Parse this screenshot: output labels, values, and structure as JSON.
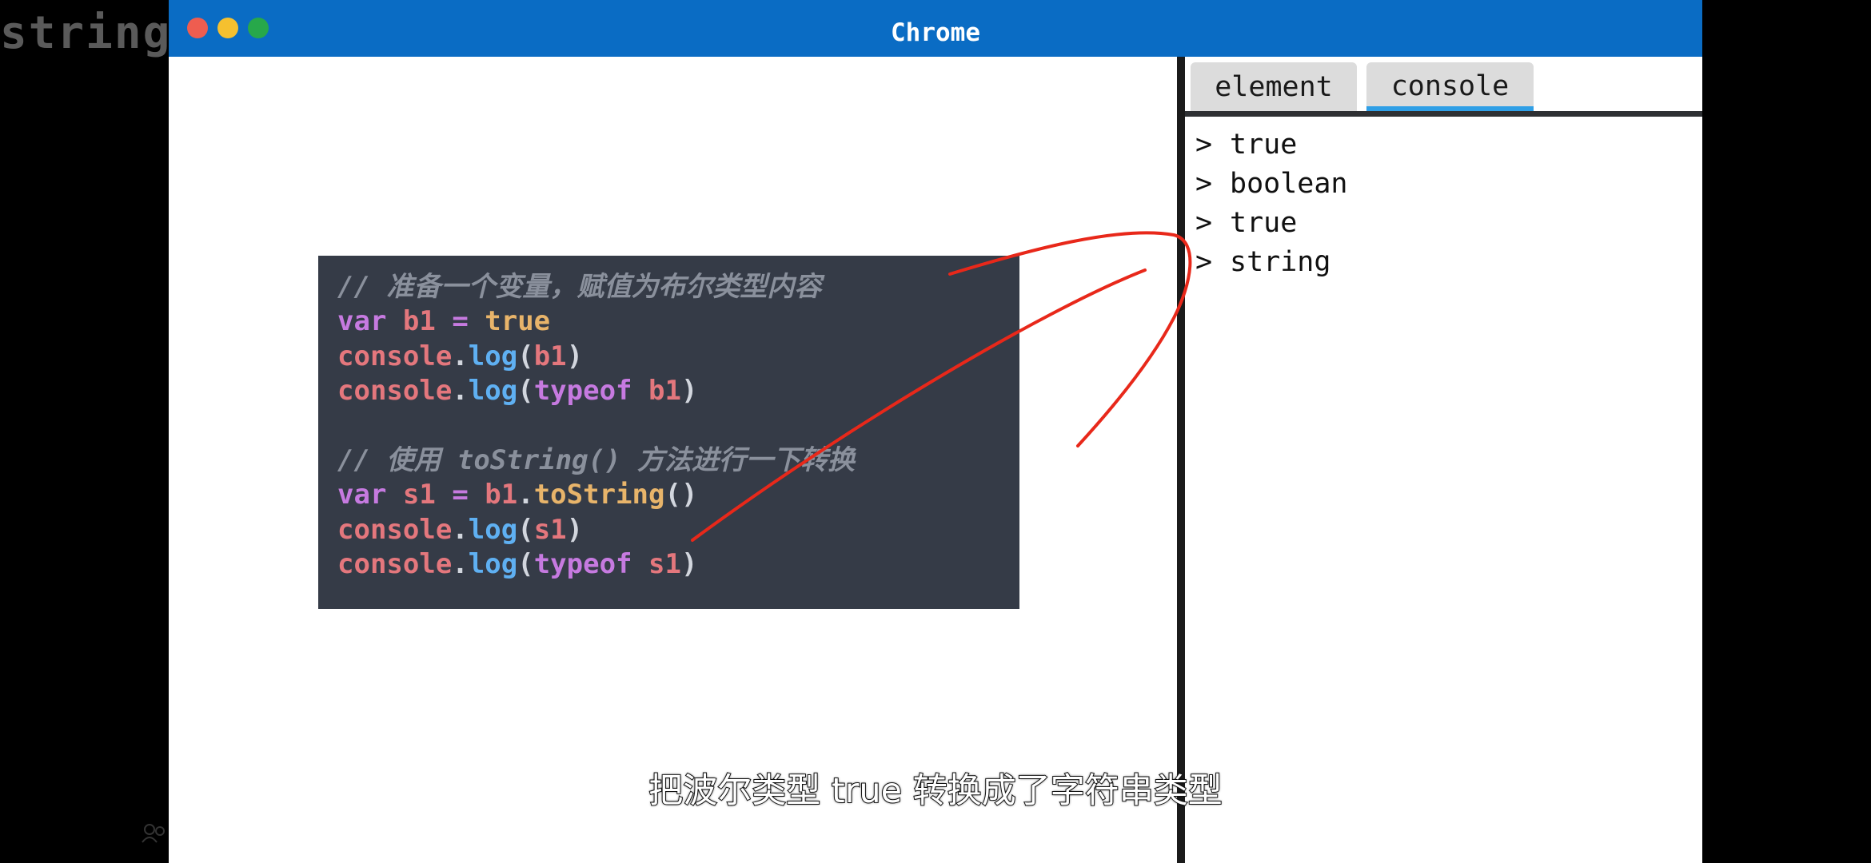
{
  "overlay": {
    "corner_text": "string"
  },
  "window": {
    "title": "Chrome",
    "controls": {
      "close_color": "#ee5d50",
      "minimize_color": "#f5c02f",
      "maximize_color": "#27a84a"
    },
    "titlebar_color": "#0a6cc4"
  },
  "code": {
    "lines": [
      [
        {
          "t": "// 准备一个变量，赋值为布尔类型内容",
          "c": "cmt"
        }
      ],
      [
        {
          "t": "var",
          "c": "kw"
        },
        {
          "t": " b1 ",
          "c": "var"
        },
        {
          "t": "=",
          "c": "kw"
        },
        {
          "t": " true",
          "c": "lit"
        }
      ],
      [
        {
          "t": "console",
          "c": "var"
        },
        {
          "t": ".",
          "c": "punc"
        },
        {
          "t": "log",
          "c": "fn"
        },
        {
          "t": "(",
          "c": "punc"
        },
        {
          "t": "b1",
          "c": "var"
        },
        {
          "t": ")",
          "c": "punc"
        }
      ],
      [
        {
          "t": "console",
          "c": "var"
        },
        {
          "t": ".",
          "c": "punc"
        },
        {
          "t": "log",
          "c": "fn"
        },
        {
          "t": "(",
          "c": "punc"
        },
        {
          "t": "typeof",
          "c": "kw"
        },
        {
          "t": " b1",
          "c": "var"
        },
        {
          "t": ")",
          "c": "punc"
        }
      ],
      [],
      [
        {
          "t": "// 使用 toString() 方法进行一下转换",
          "c": "cmt"
        }
      ],
      [
        {
          "t": "var",
          "c": "kw"
        },
        {
          "t": " s1 ",
          "c": "var"
        },
        {
          "t": "=",
          "c": "kw"
        },
        {
          "t": " b1",
          "c": "var"
        },
        {
          "t": ".",
          "c": "punc"
        },
        {
          "t": "toString",
          "c": "lit"
        },
        {
          "t": "()",
          "c": "punc"
        }
      ],
      [
        {
          "t": "console",
          "c": "var"
        },
        {
          "t": ".",
          "c": "punc"
        },
        {
          "t": "log",
          "c": "fn"
        },
        {
          "t": "(",
          "c": "punc"
        },
        {
          "t": "s1",
          "c": "var"
        },
        {
          "t": ")",
          "c": "punc"
        }
      ],
      [
        {
          "t": "console",
          "c": "var"
        },
        {
          "t": ".",
          "c": "punc"
        },
        {
          "t": "log",
          "c": "fn"
        },
        {
          "t": "(",
          "c": "punc"
        },
        {
          "t": "typeof",
          "c": "kw"
        },
        {
          "t": " s1",
          "c": "var"
        },
        {
          "t": ")",
          "c": "punc"
        }
      ]
    ],
    "colors": {
      "background": "#353b47",
      "comment": "#8a909c",
      "keyword": "#c67ae0",
      "variable": "#e4777d",
      "function": "#5fb0f2",
      "literal": "#e8b46a"
    }
  },
  "devtools": {
    "tabs": [
      {
        "label": "element",
        "active": false
      },
      {
        "label": "console",
        "active": true
      }
    ],
    "active_tab_color": "#2f9fe6",
    "prompt_symbol": ">",
    "console_lines": [
      "true",
      "boolean",
      "true",
      "string"
    ]
  },
  "annotation": {
    "stroke_color": "#e8281a"
  },
  "subtitle": "把波尔类型 true 转换成了字符串类型"
}
